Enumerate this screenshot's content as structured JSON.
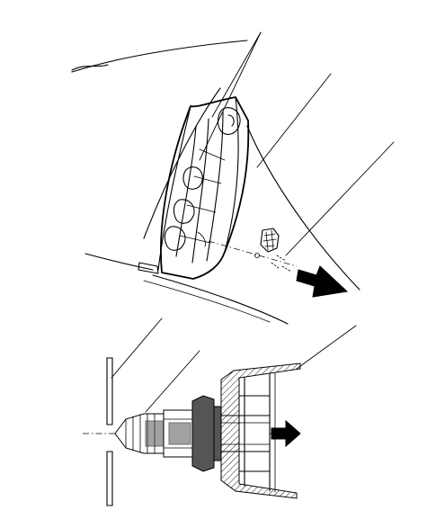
{
  "figure": {
    "upper_view": {
      "parts": [
        "body-panel",
        "lamp-housing",
        "lamp-lens",
        "bulb-sockets",
        "clip-fastener",
        "pull-arrow"
      ],
      "leader_count": 4
    },
    "lower_view": {
      "parts": [
        "panel",
        "clip",
        "housing-section",
        "pull-arrow"
      ],
      "leader_count": 3
    },
    "colors": {
      "line": "#000000",
      "background": "#ffffff",
      "dark_fill": "#555555"
    }
  }
}
